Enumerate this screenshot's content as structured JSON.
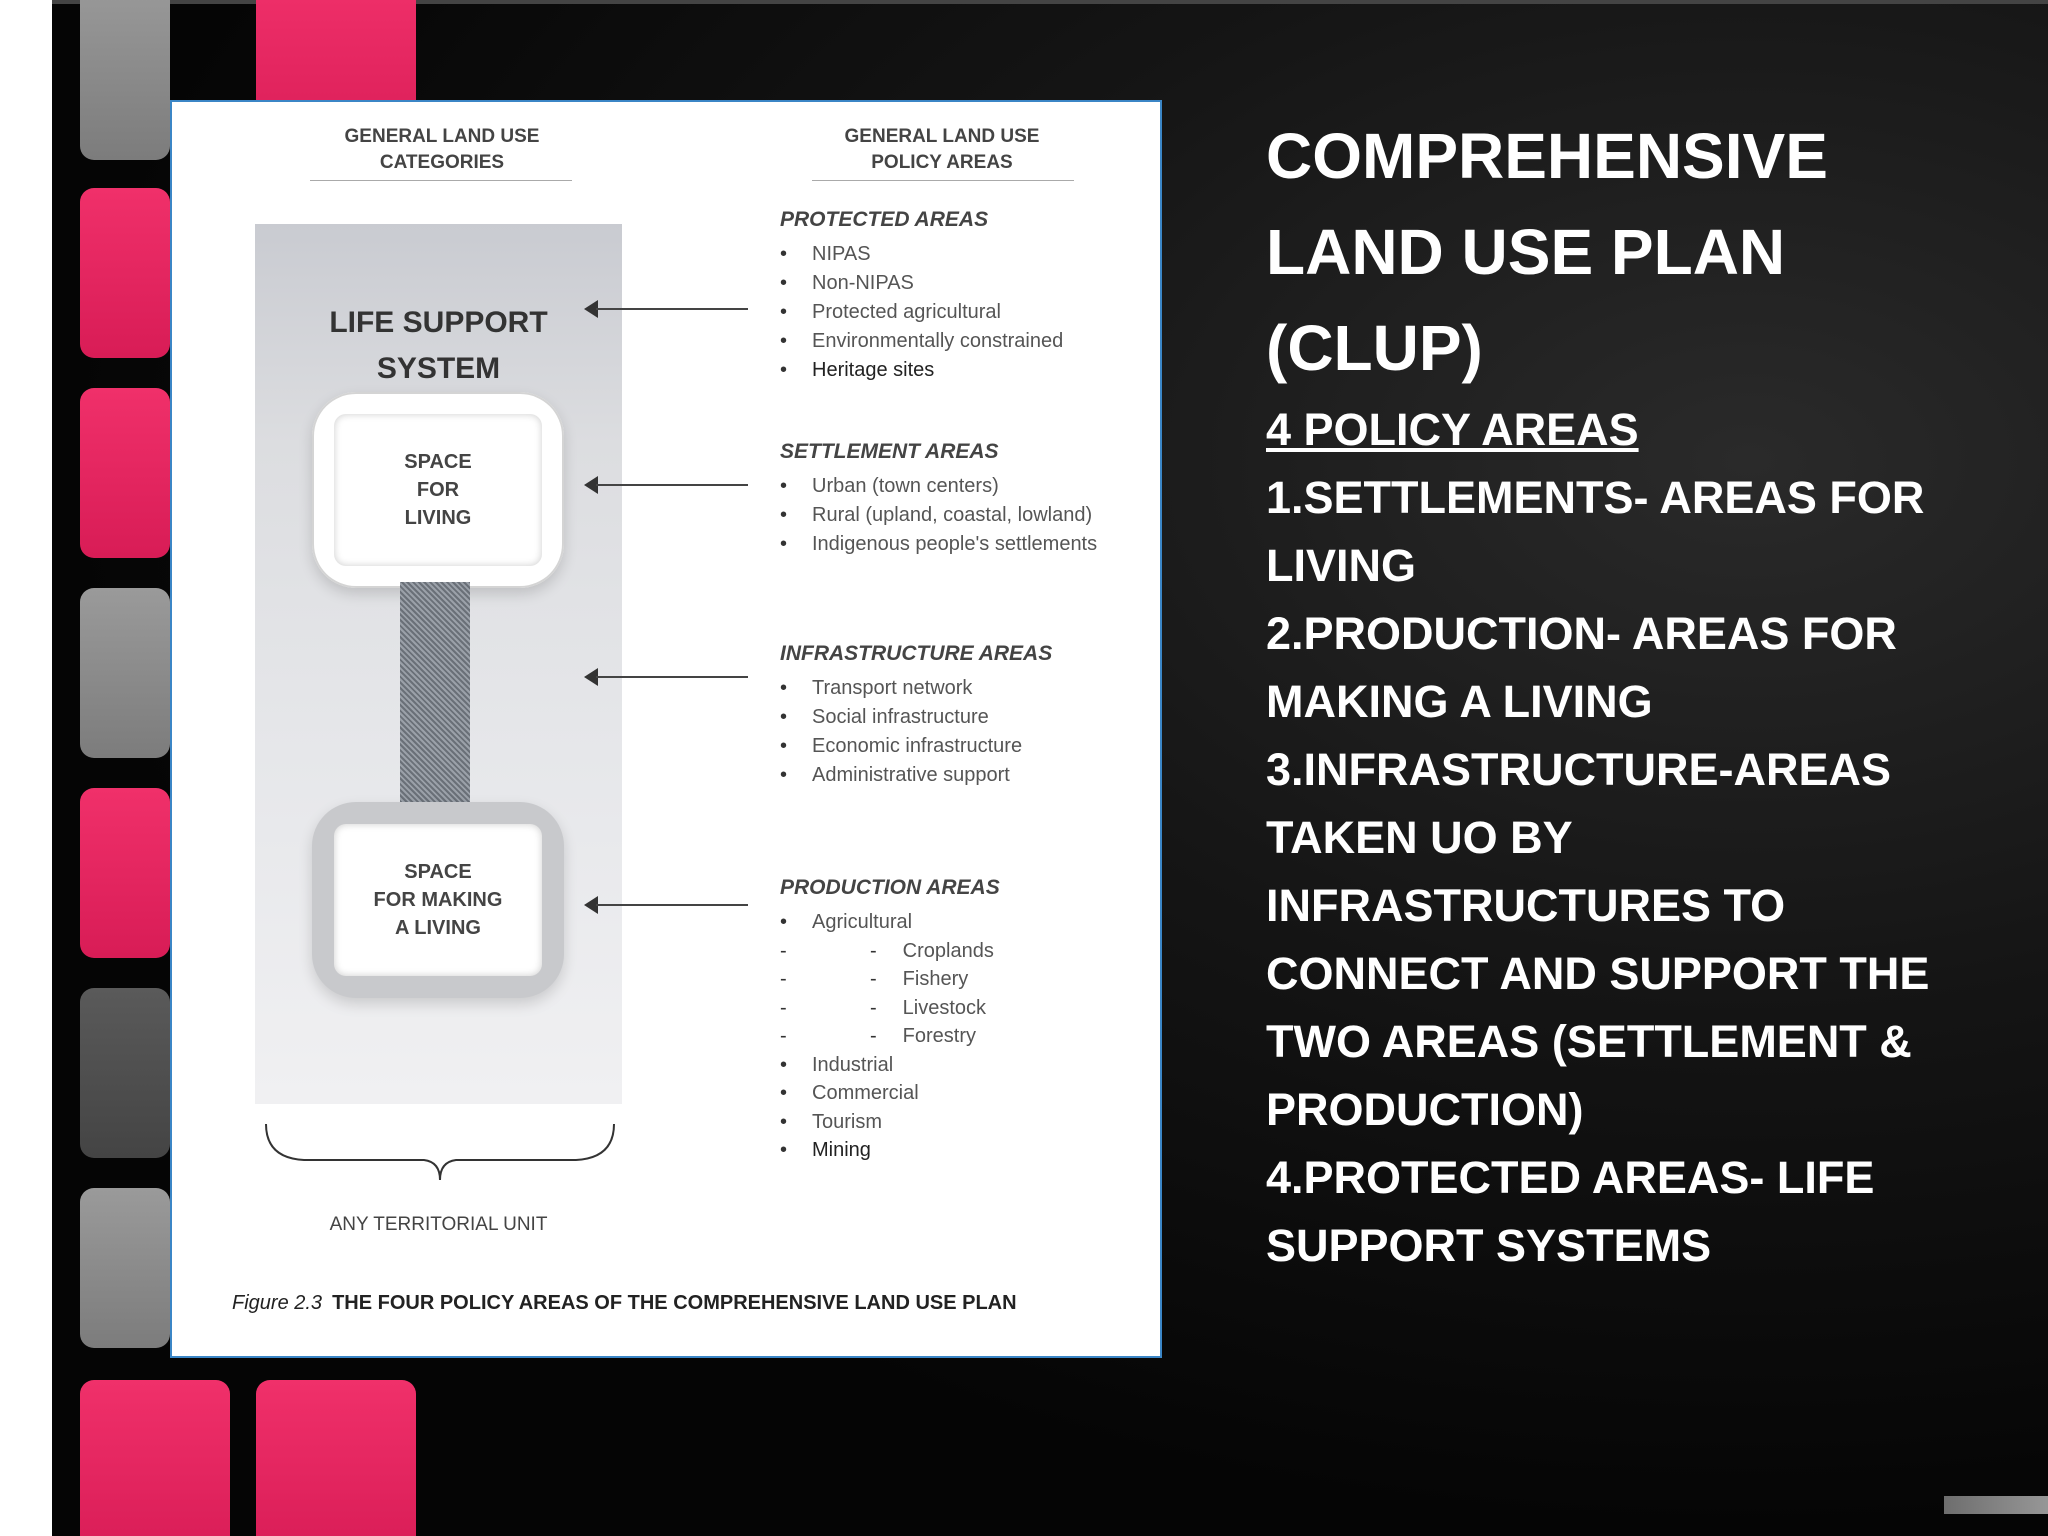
{
  "figure": {
    "col_head_left": [
      "GENERAL LAND USE",
      "CATEGORIES"
    ],
    "col_head_right": [
      "GENERAL LAND USE",
      "POLICY AREAS"
    ],
    "life_support": [
      "LIFE SUPPORT",
      "SYSTEM"
    ],
    "space_living": [
      "SPACE",
      "FOR",
      "LIVING"
    ],
    "space_making": [
      "SPACE",
      "FOR MAKING",
      "A LIVING"
    ],
    "areas": [
      {
        "title": "PROTECTED AREAS",
        "items": [
          "NIPAS",
          "Non-NIPAS",
          "Protected agricultural",
          "Environmentally constrained",
          "Heritage sites"
        ]
      },
      {
        "title": "SETTLEMENT AREAS",
        "items": [
          "Urban (town centers)",
          "Rural (upland, coastal, lowland)",
          "Indigenous people's settlements"
        ]
      },
      {
        "title": "INFRASTRUCTURE AREAS",
        "items": [
          "Transport network",
          "Social infrastructure",
          "Economic infrastructure",
          "Administrative support"
        ]
      },
      {
        "title": "PRODUCTION AREAS",
        "items": [
          "Agricultural"
        ],
        "subitems": [
          "Croplands",
          "Fishery",
          "Livestock",
          "Forestry"
        ],
        "items_after": [
          "Industrial",
          "Commercial",
          "Tourism",
          "Mining"
        ]
      }
    ],
    "any_unit": "ANY TERRITORIAL UNIT",
    "caption_fig": "Figure 2.3",
    "caption_text": "THE FOUR POLICY AREAS OF THE COMPREHENSIVE LAND USE PLAN"
  },
  "slide": {
    "title": [
      "COMPREHENSIVE",
      "LAND USE PLAN",
      "(CLUP)"
    ],
    "subheading": "4 POLICY AREAS",
    "points": [
      "1.SETTLEMENTS- AREAS FOR",
      "LIVING",
      "2.PRODUCTION- AREAS FOR",
      "MAKING A LIVING",
      "3.INFRASTRUCTURE-AREAS",
      "TAKEN UO BY",
      "INFRASTRUCTURES TO",
      "CONNECT AND SUPPORT THE",
      "TWO AREAS (SETTLEMENT &",
      "PRODUCTION)",
      "4.PROTECTED AREAS- LIFE",
      "SUPPORT SYSTEMS"
    ]
  },
  "colors": {
    "accent_pink": "#e8245e",
    "square_gray": "#8a8a8a",
    "background": "#000000",
    "figure_border": "#3b86c6"
  }
}
